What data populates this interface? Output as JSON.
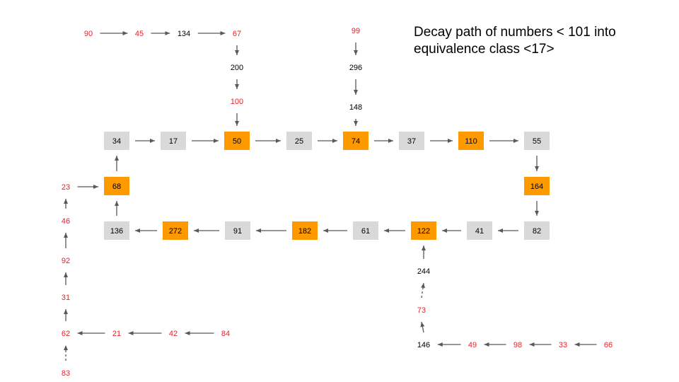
{
  "title": "Decay path of numbers < 101 into\nequivalence class <17>",
  "colors": {
    "box_gray": "#d9d9d9",
    "box_orange": "#ff9900",
    "text_red": "#e8212a",
    "text_black": "#000000",
    "arrow": "#595959"
  },
  "nodes": [
    {
      "id": "n34",
      "label": "34",
      "box": "gray",
      "color": "black"
    },
    {
      "id": "n17",
      "label": "17",
      "box": "gray",
      "color": "black"
    },
    {
      "id": "n50",
      "label": "50",
      "box": "orange",
      "color": "black"
    },
    {
      "id": "n25",
      "label": "25",
      "box": "gray",
      "color": "black"
    },
    {
      "id": "n74",
      "label": "74",
      "box": "orange",
      "color": "black"
    },
    {
      "id": "n37",
      "label": "37",
      "box": "gray",
      "color": "black"
    },
    {
      "id": "n110",
      "label": "110",
      "box": "orange",
      "color": "black"
    },
    {
      "id": "n55",
      "label": "55",
      "box": "gray",
      "color": "black"
    },
    {
      "id": "n164",
      "label": "164",
      "box": "orange",
      "color": "black"
    },
    {
      "id": "n82",
      "label": "82",
      "box": "gray",
      "color": "black"
    },
    {
      "id": "n41",
      "label": "41",
      "box": "gray",
      "color": "black"
    },
    {
      "id": "n122",
      "label": "122",
      "box": "orange",
      "color": "black"
    },
    {
      "id": "n61",
      "label": "61",
      "box": "gray",
      "color": "black"
    },
    {
      "id": "n182",
      "label": "182",
      "box": "orange",
      "color": "black"
    },
    {
      "id": "n91",
      "label": "91",
      "box": "gray",
      "color": "black"
    },
    {
      "id": "n272",
      "label": "272",
      "box": "orange",
      "color": "black"
    },
    {
      "id": "n136",
      "label": "136",
      "box": "gray",
      "color": "black"
    },
    {
      "id": "n68",
      "label": "68",
      "box": "orange",
      "color": "black"
    },
    {
      "id": "n90",
      "label": "90",
      "box": "none",
      "color": "red"
    },
    {
      "id": "n45",
      "label": "45",
      "box": "none",
      "color": "red"
    },
    {
      "id": "n134",
      "label": "134",
      "box": "none",
      "color": "black"
    },
    {
      "id": "n67",
      "label": "67",
      "box": "none",
      "color": "red"
    },
    {
      "id": "n200",
      "label": "200",
      "box": "none",
      "color": "black"
    },
    {
      "id": "n100",
      "label": "100",
      "box": "none",
      "color": "red"
    },
    {
      "id": "n99",
      "label": "99",
      "box": "none",
      "color": "red"
    },
    {
      "id": "n296",
      "label": "296",
      "box": "none",
      "color": "black"
    },
    {
      "id": "n148",
      "label": "148",
      "box": "none",
      "color": "black"
    },
    {
      "id": "n23",
      "label": "23",
      "box": "none",
      "color": "red"
    },
    {
      "id": "n46",
      "label": "46",
      "box": "none",
      "color": "red"
    },
    {
      "id": "n92",
      "label": "92",
      "box": "none",
      "color": "red"
    },
    {
      "id": "n31",
      "label": "31",
      "box": "none",
      "color": "red"
    },
    {
      "id": "n62",
      "label": "62",
      "box": "none",
      "color": "red"
    },
    {
      "id": "n83",
      "label": "83",
      "box": "none",
      "color": "red"
    },
    {
      "id": "n21",
      "label": "21",
      "box": "none",
      "color": "red"
    },
    {
      "id": "n42",
      "label": "42",
      "box": "none",
      "color": "red"
    },
    {
      "id": "n84",
      "label": "84",
      "box": "none",
      "color": "red"
    },
    {
      "id": "n244",
      "label": "244",
      "box": "none",
      "color": "black"
    },
    {
      "id": "n73",
      "label": "73",
      "box": "none",
      "color": "red"
    },
    {
      "id": "n146",
      "label": "146",
      "box": "none",
      "color": "black"
    },
    {
      "id": "n49",
      "label": "49",
      "box": "none",
      "color": "red"
    },
    {
      "id": "n98",
      "label": "98",
      "box": "none",
      "color": "red"
    },
    {
      "id": "n33",
      "label": "33",
      "box": "none",
      "color": "red"
    },
    {
      "id": "n66",
      "label": "66",
      "box": "none",
      "color": "red"
    }
  ],
  "edges": [
    {
      "from": "n34",
      "to": "n17"
    },
    {
      "from": "n17",
      "to": "n50"
    },
    {
      "from": "n50",
      "to": "n25"
    },
    {
      "from": "n25",
      "to": "n74"
    },
    {
      "from": "n74",
      "to": "n37"
    },
    {
      "from": "n37",
      "to": "n110"
    },
    {
      "from": "n110",
      "to": "n55"
    },
    {
      "from": "n55",
      "to": "n164"
    },
    {
      "from": "n164",
      "to": "n82"
    },
    {
      "from": "n82",
      "to": "n41"
    },
    {
      "from": "n41",
      "to": "n122"
    },
    {
      "from": "n122",
      "to": "n61"
    },
    {
      "from": "n61",
      "to": "n182"
    },
    {
      "from": "n182",
      "to": "n91"
    },
    {
      "from": "n91",
      "to": "n272"
    },
    {
      "from": "n272",
      "to": "n136"
    },
    {
      "from": "n136",
      "to": "n68"
    },
    {
      "from": "n68",
      "to": "n34"
    },
    {
      "from": "n90",
      "to": "n45"
    },
    {
      "from": "n45",
      "to": "n134"
    },
    {
      "from": "n134",
      "to": "n67"
    },
    {
      "from": "n67",
      "to": "n200"
    },
    {
      "from": "n200",
      "to": "n100"
    },
    {
      "from": "n100",
      "to": "n50"
    },
    {
      "from": "n99",
      "to": "n296"
    },
    {
      "from": "n296",
      "to": "n148"
    },
    {
      "from": "n148",
      "to": "n74"
    },
    {
      "from": "n23",
      "to": "n68"
    },
    {
      "from": "n46",
      "to": "n23"
    },
    {
      "from": "n92",
      "to": "n46"
    },
    {
      "from": "n31",
      "to": "n92"
    },
    {
      "from": "n62",
      "to": "n31"
    },
    {
      "from": "n83",
      "to": "n62",
      "dashed": true
    },
    {
      "from": "n21",
      "to": "n62"
    },
    {
      "from": "n42",
      "to": "n21"
    },
    {
      "from": "n84",
      "to": "n42"
    },
    {
      "from": "n244",
      "to": "n122"
    },
    {
      "from": "n73",
      "to": "n244",
      "dashed": true
    },
    {
      "from": "n146",
      "to": "n73"
    },
    {
      "from": "n49",
      "to": "n146"
    },
    {
      "from": "n98",
      "to": "n49"
    },
    {
      "from": "n33",
      "to": "n98"
    },
    {
      "from": "n66",
      "to": "n33"
    }
  ]
}
